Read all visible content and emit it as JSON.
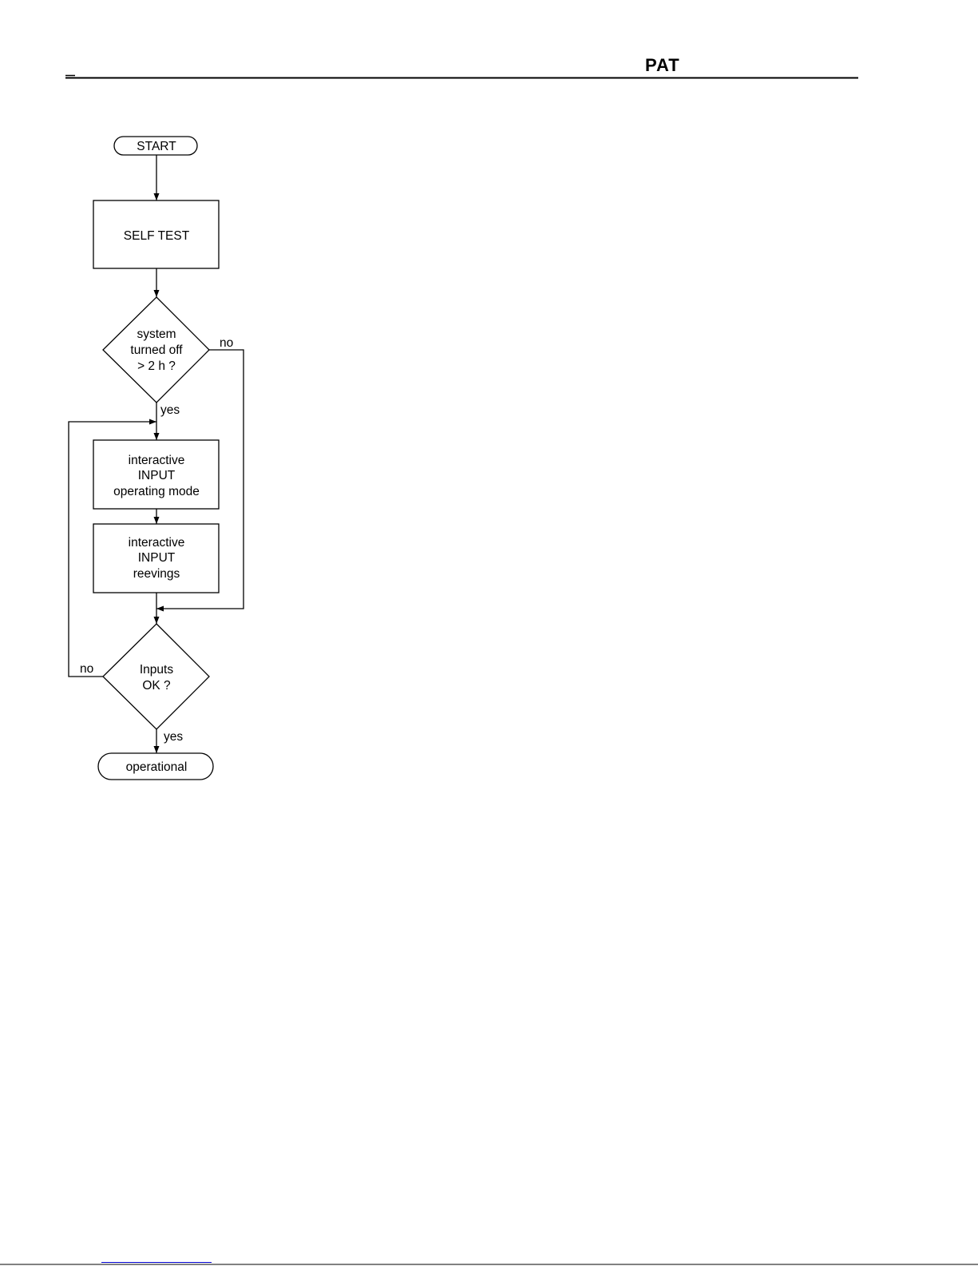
{
  "header": {
    "logo_text": "PAT"
  },
  "colors": {
    "ink": "#000000",
    "paper": "#ffffff",
    "footer_rule": "#0000cc"
  },
  "diagram": {
    "nodes": {
      "start": {
        "shape": "terminator",
        "lines": [
          "START"
        ]
      },
      "self_test": {
        "shape": "process",
        "lines": [
          "SELF TEST"
        ]
      },
      "decision_off": {
        "shape": "decision",
        "lines": [
          "system",
          "turned off",
          "> 2 h ?"
        ]
      },
      "input_mode": {
        "shape": "process",
        "lines": [
          "interactive",
          "INPUT",
          "operating mode"
        ]
      },
      "input_reevings": {
        "shape": "process",
        "lines": [
          "interactive",
          "INPUT",
          "reevings"
        ]
      },
      "decision_ok": {
        "shape": "decision",
        "lines": [
          "Inputs",
          "OK ?"
        ]
      },
      "operational": {
        "shape": "terminator",
        "lines": [
          "operational"
        ]
      }
    },
    "edge_labels": {
      "off_no": "no",
      "off_yes": "yes",
      "ok_no": "no",
      "ok_yes": "yes"
    }
  }
}
